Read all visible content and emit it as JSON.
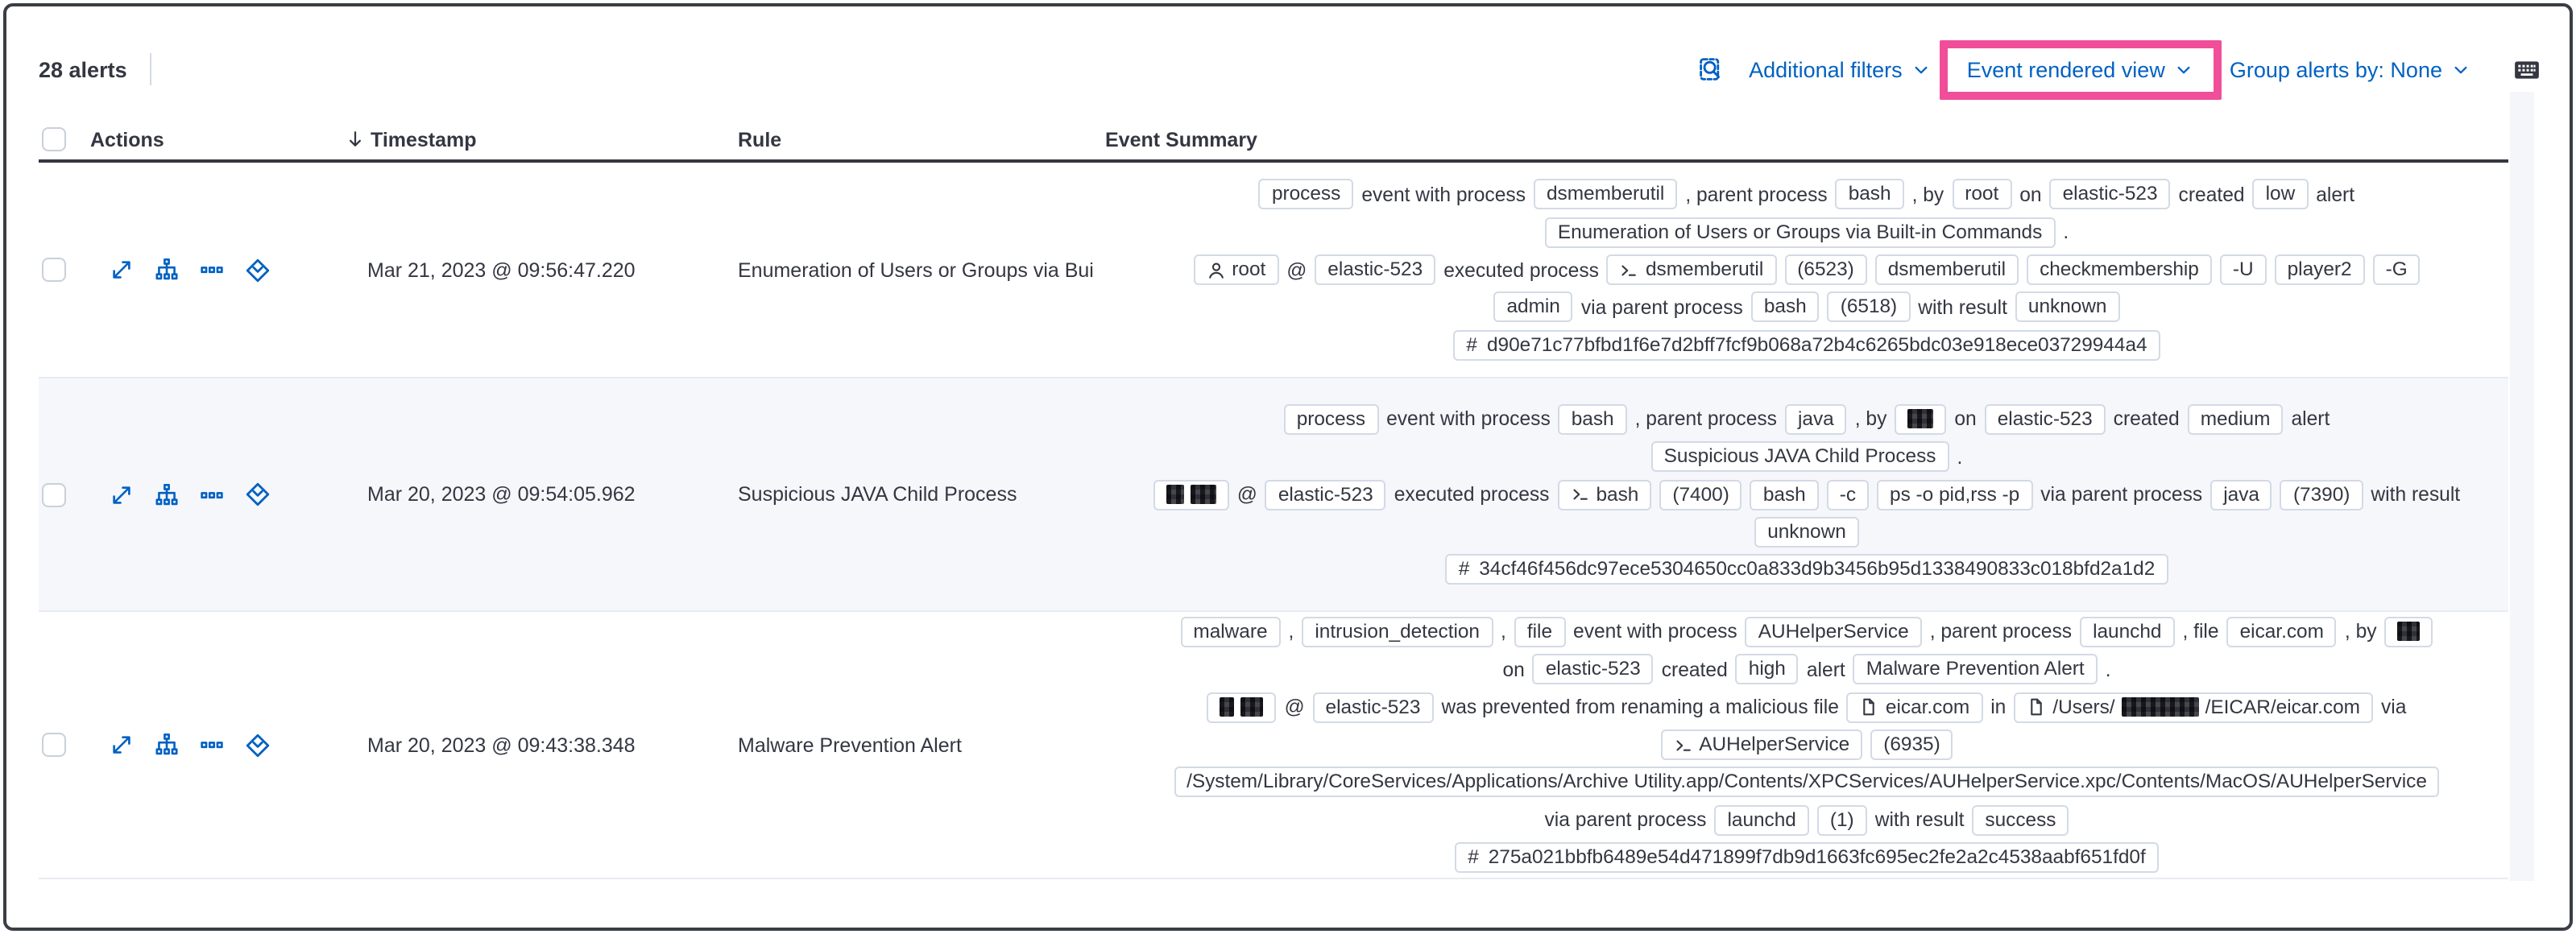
{
  "colors": {
    "accent_pink": "#f04e98",
    "link_blue": "#0061c2",
    "text": "#343741",
    "badge_border": "#d3dae6",
    "stripe_row_bg": "#f5f7fb",
    "header_border": "#343741"
  },
  "toolbar": {
    "alerts_count": "28 alerts",
    "inspect_icon": "inspect-icon",
    "additional_filters_label": "Additional filters",
    "view_selector_label": "Event rendered view",
    "group_by_label": "Group alerts by: None",
    "keyboard_icon": "keyboard-shortcuts-icon",
    "chevron_icon": "chevron-down-icon"
  },
  "table": {
    "columns": [
      "Actions",
      "Timestamp",
      "Rule",
      "Event Summary"
    ],
    "sort_icon": "sort-descending-arrow-icon",
    "select_all_checkbox": "unchecked",
    "action_icons": [
      "open-alert-details-icon",
      "analyze-event-icon",
      "more-actions-icon",
      "open-session-view-icon"
    ],
    "rows": [
      {
        "checkbox": "unchecked",
        "timestamp": "Mar 21, 2023 @ 09:56:47.220",
        "rule": "Enumeration of Users or Groups via Bui",
        "striped": false,
        "summary": [
          [
            {
              "b": "process"
            },
            {
              "t": "event with process"
            },
            {
              "b": "dsmemberutil"
            },
            {
              "t": ", parent process"
            },
            {
              "b": "bash"
            },
            {
              "t": ", by"
            },
            {
              "b": "root"
            },
            {
              "t": "on"
            },
            {
              "b": "elastic-523"
            },
            {
              "t": "created"
            },
            {
              "b": "low"
            },
            {
              "t": "alert"
            }
          ],
          [
            {
              "b": "Enumeration of Users or Groups via Built-in Commands"
            },
            {
              "t": "."
            }
          ],
          [
            {
              "b": "root",
              "icon": "user-icon"
            },
            {
              "t": "@"
            },
            {
              "b": "elastic-523"
            },
            {
              "t": "executed process"
            },
            {
              "b": "dsmemberutil",
              "icon": "terminal-icon"
            },
            {
              "b": "(6523)"
            },
            {
              "b": "dsmemberutil"
            },
            {
              "b": "checkmembership"
            },
            {
              "b": "-U"
            },
            {
              "b": "player2"
            },
            {
              "b": "-G"
            }
          ],
          [
            {
              "b": "admin"
            },
            {
              "t": "via parent process"
            },
            {
              "b": "bash"
            },
            {
              "b": "(6518)"
            },
            {
              "t": "with result"
            },
            {
              "b": "unknown"
            }
          ],
          [
            {
              "b": "d90e71c77bfbd1f6e7d2bff7fcf9b068a72b4c6265bdc03e918ece03729944a4",
              "icon": "hash-icon"
            }
          ]
        ]
      },
      {
        "checkbox": "unchecked",
        "timestamp": "Mar 20, 2023 @ 09:54:05.962",
        "rule": "Suspicious JAVA Child Process",
        "striped": true,
        "summary": [
          [
            {
              "b": "process"
            },
            {
              "t": "event with process"
            },
            {
              "b": "bash"
            },
            {
              "t": ", parent process"
            },
            {
              "b": "java"
            },
            {
              "t": ", by"
            },
            {
              "b": "",
              "parts": [
                {
                  "r": 16
                }
              ]
            },
            {
              "t": "on"
            },
            {
              "b": "elastic-523"
            },
            {
              "t": "created"
            },
            {
              "b": "medium"
            },
            {
              "t": "alert"
            }
          ],
          [
            {
              "b": "Suspicious JAVA Child Process"
            },
            {
              "t": "."
            }
          ],
          [
            {
              "b": "",
              "parts": [
                {
                  "r": 11
                },
                {
                  "r": 16
                }
              ]
            },
            {
              "t": "@"
            },
            {
              "b": "elastic-523"
            },
            {
              "t": "executed process"
            },
            {
              "b": "bash",
              "icon": "terminal-icon"
            },
            {
              "b": "(7400)"
            },
            {
              "b": "bash"
            },
            {
              "b": "-c"
            },
            {
              "b": "ps -o pid,rss -p"
            },
            {
              "t": "via parent process"
            },
            {
              "b": "java"
            },
            {
              "b": "(7390)"
            },
            {
              "t": "with result"
            }
          ],
          [
            {
              "b": "unknown"
            }
          ],
          [
            {
              "b": "34cf46f456dc97ece5304650cc0a833d9b3456b95d1338490833c018bfd2a1d2",
              "icon": "hash-icon"
            }
          ]
        ]
      },
      {
        "checkbox": "unchecked",
        "timestamp": "Mar 20, 2023 @ 09:43:38.348",
        "rule": "Malware Prevention Alert",
        "striped": false,
        "summary": [
          [
            {
              "b": "malware"
            },
            {
              "t": ","
            },
            {
              "b": "intrusion_detection"
            },
            {
              "t": ","
            },
            {
              "b": "file"
            },
            {
              "t": "event with process"
            },
            {
              "b": "AUHelperService"
            },
            {
              "t": ", parent process"
            },
            {
              "b": "launchd"
            },
            {
              "t": ", file"
            },
            {
              "b": "eicar.com"
            },
            {
              "t": ", by"
            },
            {
              "b": "",
              "parts": [
                {
                  "r": 14
                }
              ]
            }
          ],
          [
            {
              "t": "on"
            },
            {
              "b": "elastic-523"
            },
            {
              "t": "created"
            },
            {
              "b": "high"
            },
            {
              "t": "alert"
            },
            {
              "b": "Malware Prevention Alert"
            },
            {
              "t": "."
            }
          ],
          [
            {
              "b": "",
              "parts": [
                {
                  "r": 9
                },
                {
                  "r": 14
                }
              ]
            },
            {
              "t": "@"
            },
            {
              "b": "elastic-523"
            },
            {
              "t": "was prevented from renaming a malicious file"
            },
            {
              "b": "eicar.com",
              "icon": "document-icon"
            },
            {
              "t": "in"
            },
            {
              "b": "",
              "icon": "document-icon",
              "parts": [
                {
                  "t": "/Users/"
                },
                {
                  "r": 48
                },
                {
                  "t": "/EICAR/eicar.com"
                }
              ]
            },
            {
              "t": "via"
            }
          ],
          [
            {
              "b": "AUHelperService",
              "icon": "terminal-icon"
            },
            {
              "b": "(6935)"
            }
          ],
          [
            {
              "b": "/System/Library/CoreServices/Applications/Archive Utility.app/Contents/XPCServices/AUHelperService.xpc/Contents/MacOS/AUHelperService"
            }
          ],
          [
            {
              "t": "via parent process"
            },
            {
              "b": "launchd"
            },
            {
              "b": "(1)"
            },
            {
              "t": "with result"
            },
            {
              "b": "success"
            }
          ],
          [
            {
              "b": "275a021bbfb6489e54d471899f7db9d1663fc695ec2fe2a2c4538aabf651fd0f",
              "icon": "hash-icon"
            }
          ]
        ]
      }
    ]
  }
}
